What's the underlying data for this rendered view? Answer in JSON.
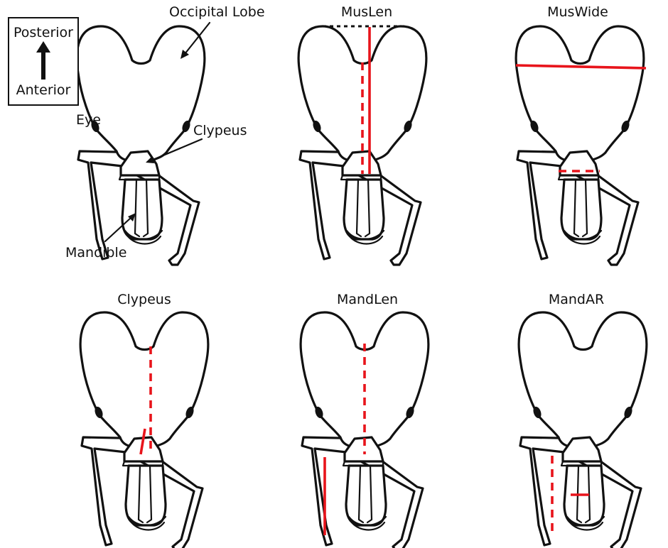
{
  "orientation": {
    "top_label": "Posterior",
    "bottom_label": "Anterior"
  },
  "annotations": {
    "occipital_lobe": "Occipital Lobe",
    "eye": "Eye",
    "clypeus": "Clypeus",
    "mandible": "Mandible"
  },
  "panels": [
    {
      "title": ""
    },
    {
      "title": "MusLen"
    },
    {
      "title": "MusWide"
    },
    {
      "title": "Clypeus"
    },
    {
      "title": "MandLen"
    },
    {
      "title": "MandAR"
    }
  ],
  "colors": {
    "outline": "#111111",
    "measurement": "#e8141b"
  }
}
